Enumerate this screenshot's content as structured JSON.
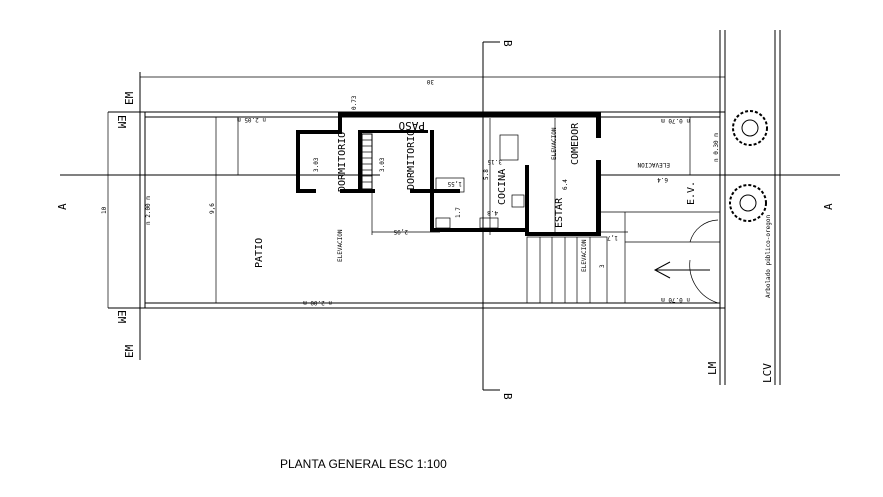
{
  "title": "PLANTA GENERAL   ESC 1:100",
  "axes": {
    "em": "EM",
    "lm": "LM",
    "lcv": "LCV",
    "section_a": "A",
    "section_b": "B"
  },
  "rooms": {
    "paso": "PASO",
    "dormitorio_1": "DORMITORIO",
    "dormitorio_2": "DORMITORIO",
    "cocina": "COCINA",
    "estar": "ESTAR",
    "comedor": "COMEDOR",
    "patio": "PATIO",
    "ev": "E.V.",
    "arbolado": "Arbolado público-oregon"
  },
  "annotations": {
    "elevacion": "ELEVACION"
  },
  "dimensions": {
    "total_length": "30",
    "total_width": "10",
    "patio_width": "9,6",
    "wall_offset": "0.73",
    "dorm_1": "3.03",
    "dorm_2": "3.03",
    "bath": "1,55",
    "hall": "3.15",
    "kitchen_len": "5.8",
    "kitchen_w": "4.8",
    "small": "1.7",
    "patio_depth": "2,95",
    "estar": "6.4",
    "front_left": "1,7",
    "garage": "3",
    "front_yard": "6.4"
  },
  "levels": {
    "patio_top": "n 2.05 m",
    "patio_left": "n 2.00 m",
    "patio_bottom": "n 2.00 m",
    "front_top": "n 0.70 m",
    "front_side": "n 0.30 m",
    "front_bottom": "n 0.70 m"
  }
}
